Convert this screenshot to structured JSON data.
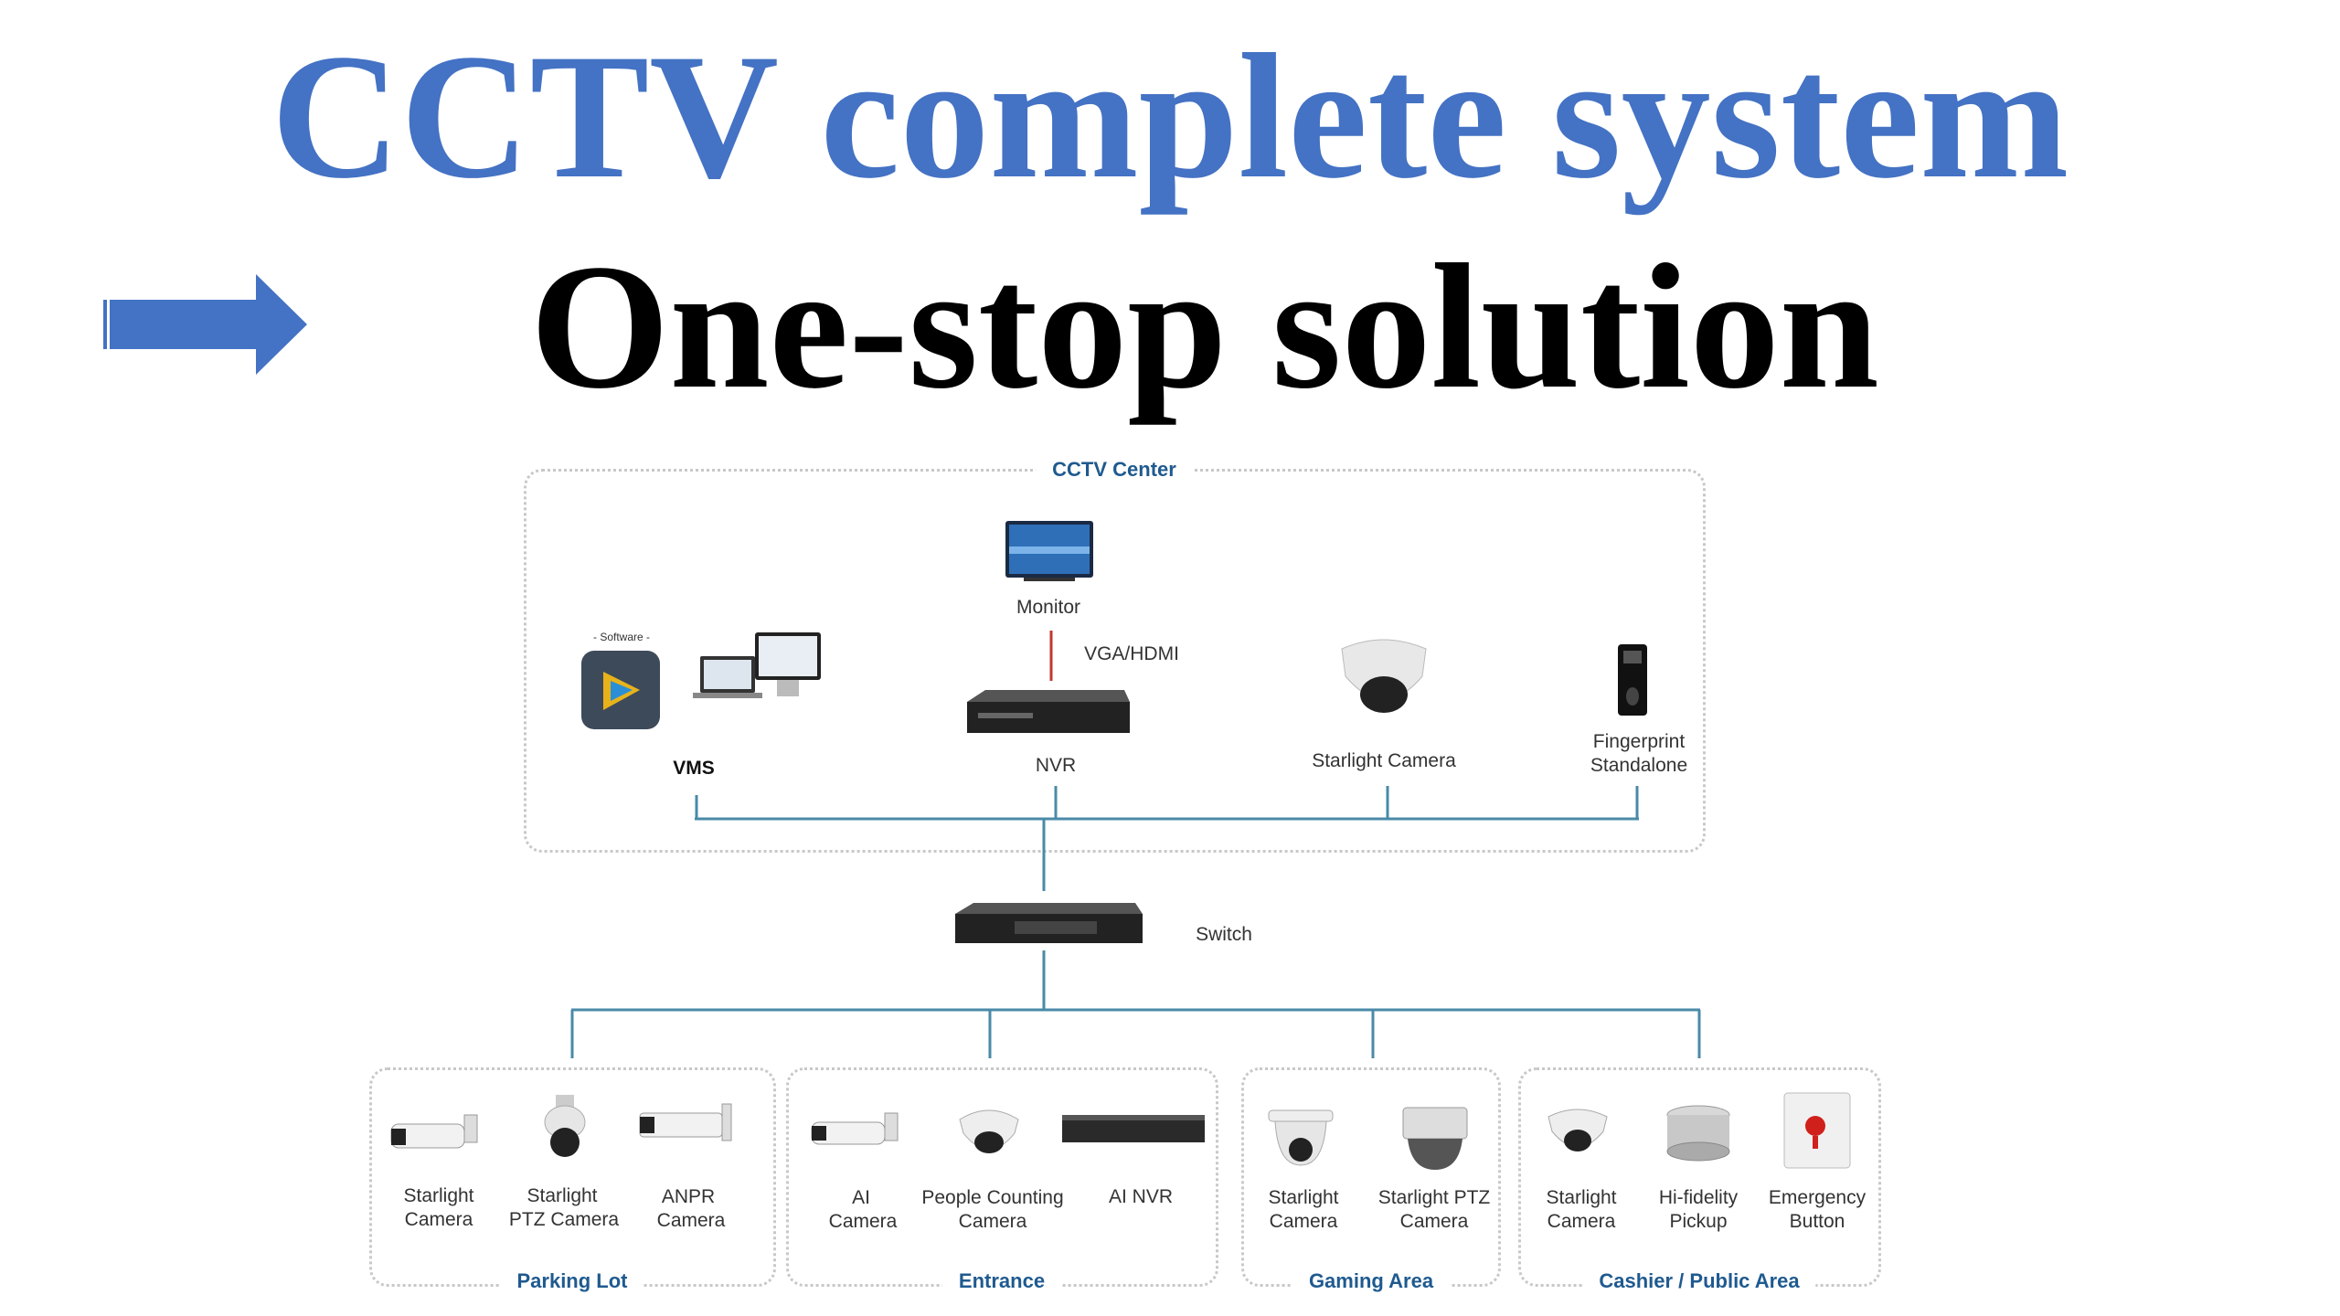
{
  "title": "CCTV complete system",
  "subtitle": "One-stop solution",
  "colors": {
    "title": "#4472c4",
    "subtitle": "#000000",
    "arrow": "#4472c4",
    "line": "#4a8aa8",
    "region_label": "#1f5a8f",
    "nvr_link": "#c0392b"
  },
  "arrow_icon": "right-arrow-icon",
  "center": {
    "label": "CCTV Center",
    "monitor": "Monitor",
    "vga": "VGA/HDMI",
    "software_tag": "- Software -",
    "vms": "VMS",
    "nvr": "NVR",
    "starlight": "Starlight Camera",
    "fingerprint_l1": "Fingerprint",
    "fingerprint_l2": "Standalone"
  },
  "switch_label": "Switch",
  "areas": {
    "parking": {
      "label": "Parking Lot",
      "d1_l1": "Starlight",
      "d1_l2": "Camera",
      "d2_l1": "Starlight",
      "d2_l2": "PTZ Camera",
      "d3_l1": "ANPR",
      "d3_l2": "Camera"
    },
    "entrance": {
      "label": "Entrance",
      "d1_l1": "AI",
      "d1_l2": "Camera",
      "d2_l1": "People Counting",
      "d2_l2": "Camera",
      "d3_l1": "AI NVR"
    },
    "gaming": {
      "label": "Gaming Area",
      "d1_l1": "Starlight",
      "d1_l2": "Camera",
      "d2_l1": "Starlight PTZ",
      "d2_l2": "Camera"
    },
    "cashier": {
      "label": "Cashier / Public Area",
      "d1_l1": "Starlight",
      "d1_l2": "Camera",
      "d2_l1": "Hi-fidelity",
      "d2_l2": "Pickup",
      "d3_l1": "Emergency",
      "d3_l2": "Button"
    }
  }
}
